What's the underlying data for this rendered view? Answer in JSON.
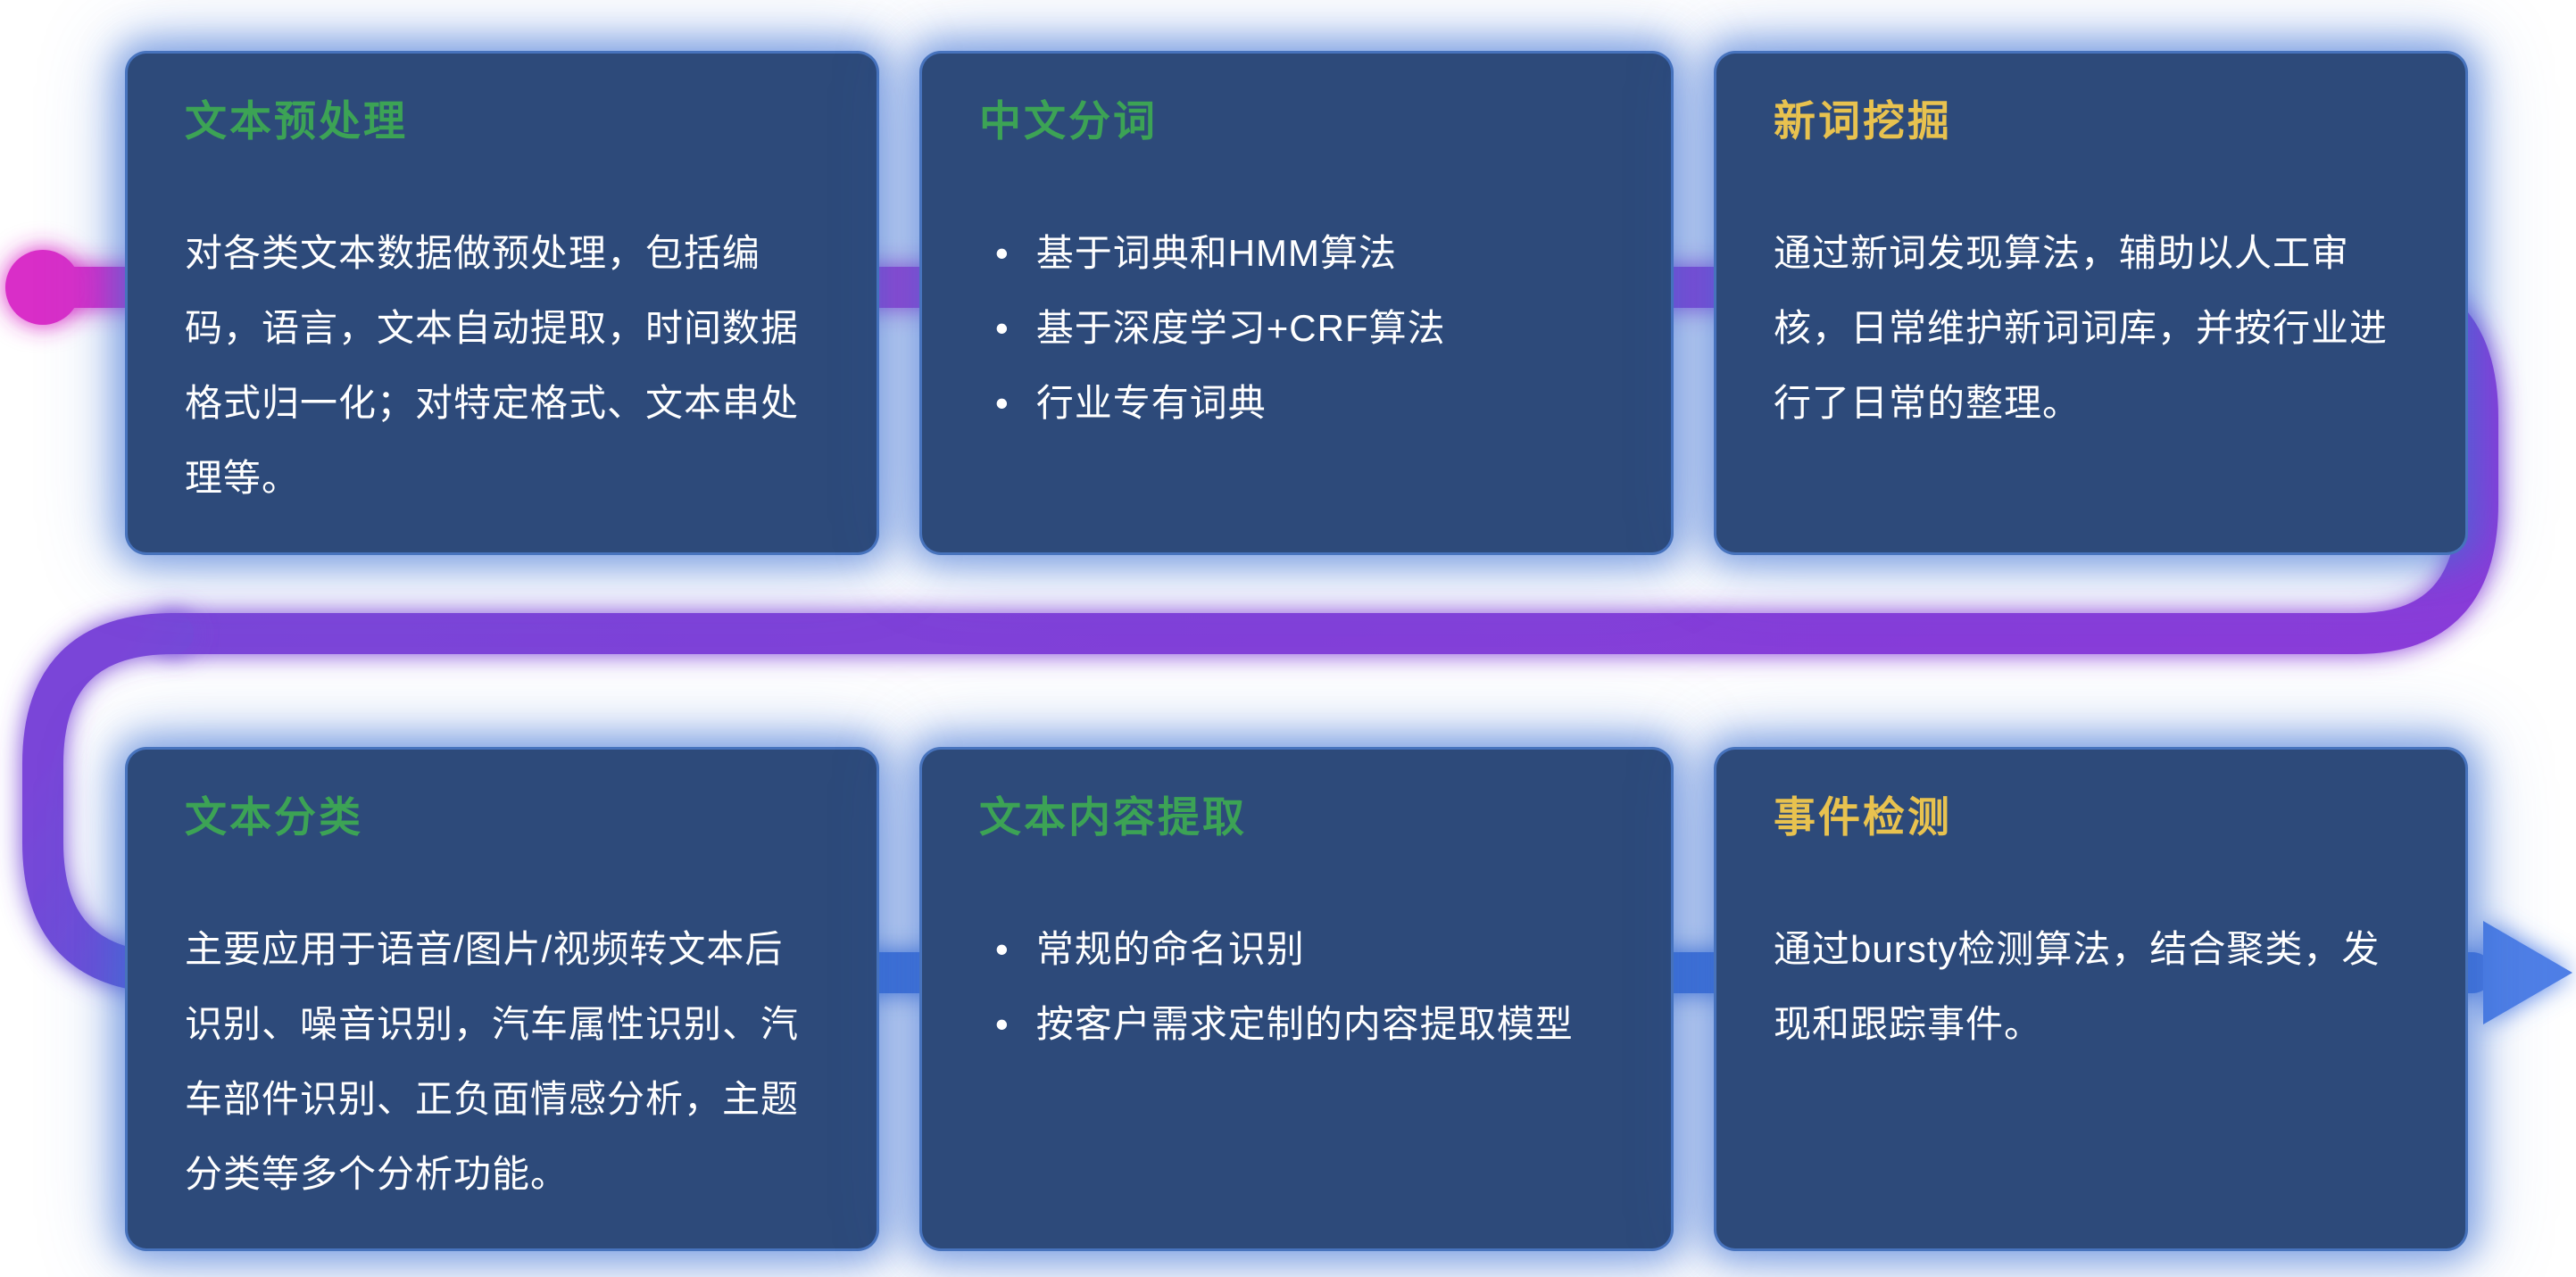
{
  "cards": [
    {
      "title": "文本预处理",
      "title_color": "#3ca355",
      "body": "对各类文本数据做预处理，包括编码，语言，文本自动提取，时间数据格式归一化；对特定格式、文本串处理等。"
    },
    {
      "title": "中文分词",
      "title_color": "#3ca355",
      "bullets": [
        "基于词典和HMM算法",
        "基于深度学习+CRF算法",
        "行业专有词典"
      ]
    },
    {
      "title": "新词挖掘",
      "title_color": "#e8c24f",
      "body": "通过新词发现算法，辅助以人工审核，日常维护新词词库，并按行业进行了日常的整理。"
    },
    {
      "title": "文本分类",
      "title_color": "#3ca355",
      "body": "主要应用于语音/图片/视频转文本后识别、噪音识别，汽车属性识别、汽车部件识别、正负面情感分析，主题分类等多个分析功能。"
    },
    {
      "title": "文本内容提取",
      "title_color": "#3ca355",
      "bullets": [
        "常规的命名识别",
        "按客户需求定制的内容提取模型"
      ]
    },
    {
      "title": "事件检测",
      "title_color": "#e8c24f",
      "body": "通过bursty检测算法，结合聚类，发现和跟踪事件。"
    }
  ],
  "ui": {
    "bullet_char": "•"
  },
  "colors": {
    "card_bg": "#2d4a7a",
    "card_glow": "#3b6fd4",
    "body_text": "#ffffff",
    "pipe_magenta": "#d92ec8",
    "pipe_purple": "#8b3bd9",
    "pipe_violet": "#7a45d8",
    "pipe_blue": "#3f6fd6",
    "arrow_blue": "#4f7fe6"
  }
}
